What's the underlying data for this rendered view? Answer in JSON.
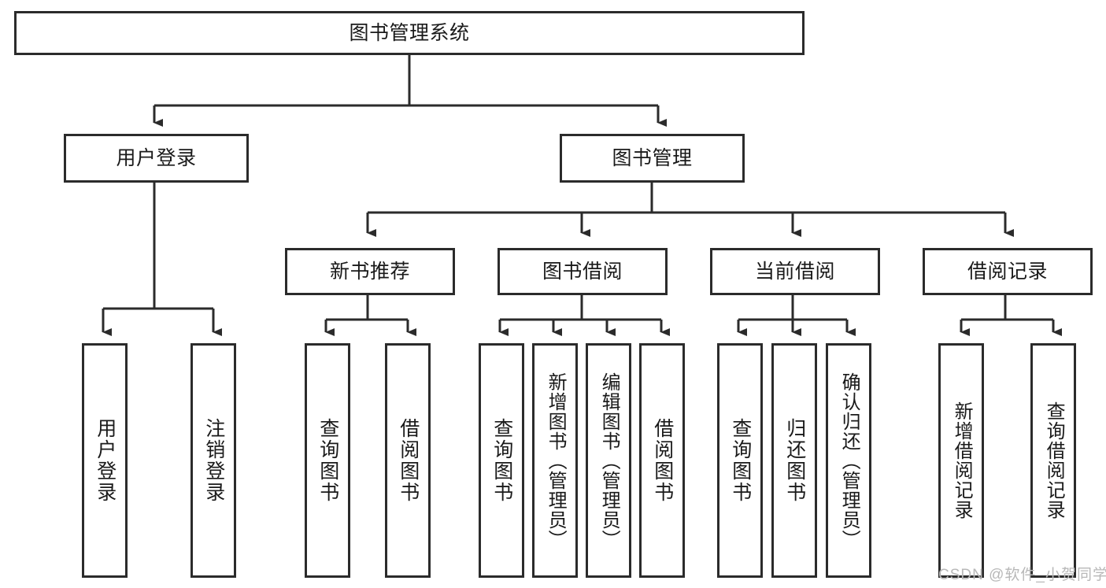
{
  "diagram": {
    "title": "图书管理系统",
    "type": "hierarchy-tree",
    "stroke_color": "#2b2b2b",
    "fill_color": "#ffffff",
    "text_color": "#1a1a1a",
    "root": {
      "label": "图书管理系统"
    },
    "level2": [
      {
        "label": "用户登录"
      },
      {
        "label": "图书管理"
      }
    ],
    "level3": [
      {
        "label": "新书推荐"
      },
      {
        "label": "图书借阅"
      },
      {
        "label": "当前借阅"
      },
      {
        "label": "借阅记录"
      }
    ],
    "leaves": {
      "user_login": [
        {
          "label": "用户登录"
        },
        {
          "label": "注销登录"
        }
      ],
      "new_book": [
        {
          "label": "查询图书"
        },
        {
          "label": "借阅图书"
        }
      ],
      "book_borrow": [
        {
          "label": "查询图书"
        },
        {
          "label": "新增图书（管理员）"
        },
        {
          "label": "编辑图书（管理员）"
        },
        {
          "label": "借阅图书"
        }
      ],
      "current_borrow": [
        {
          "label": "查询图书"
        },
        {
          "label": "归还图书"
        },
        {
          "label": "确认归还（管理员）"
        }
      ],
      "borrow_record": [
        {
          "label": "新增借阅记录"
        },
        {
          "label": "查询借阅记录"
        }
      ]
    }
  },
  "watermark": {
    "text": "CSDN @软件_小贺同学"
  }
}
